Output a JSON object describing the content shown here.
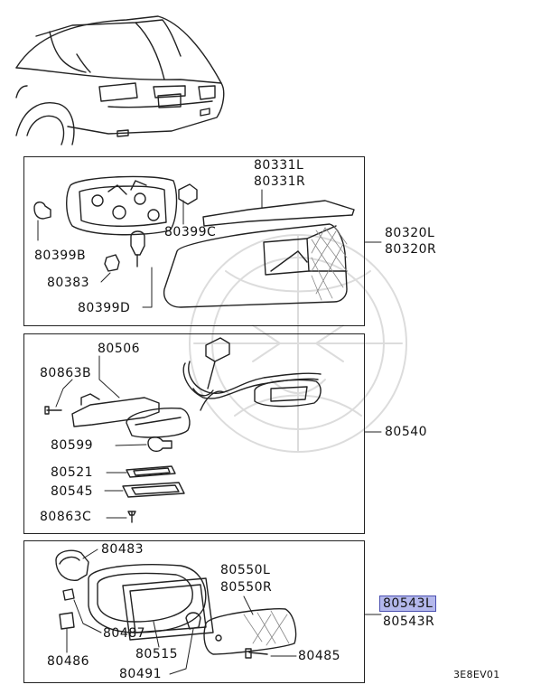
{
  "panels": {
    "top": {
      "lens_main": [
        "80331L",
        "80331R"
      ],
      "combination_lamp": [
        "80320L",
        "80320R"
      ],
      "parts": [
        "80399B",
        "80383",
        "80399D",
        "80399C"
      ]
    },
    "middle": {
      "assembly": "80540",
      "parts": [
        "80506",
        "80863B",
        "80599",
        "80521",
        "80545",
        "80863C"
      ]
    },
    "bottom": {
      "parts": [
        "80483",
        "80487",
        "80486",
        "80515",
        "80491",
        "80485"
      ],
      "lens": [
        "80550L",
        "80550R"
      ],
      "lamp_assembly": {
        "left": "80543L",
        "right": "80543R"
      }
    }
  },
  "diagram_code": "3E8EV01",
  "colors": {
    "highlight": "#b4b8ec",
    "highlight_border": "#4a4fb0",
    "line": "#222222",
    "watermark": "#dddddd"
  }
}
